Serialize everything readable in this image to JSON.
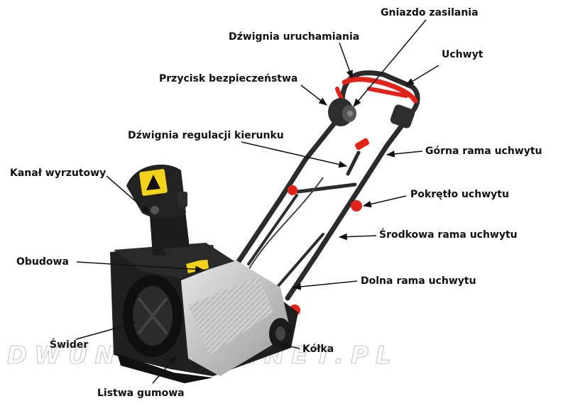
{
  "labels": {
    "gniazdo": "Gniazdo zasilania",
    "dzwignia_uruchamiania": "Dźwignia uruchamiania",
    "uchwyt": "Uchwyt",
    "przycisk": "Przycisk bezpieczeństwa",
    "dzwignia_kierunku": "Dźwignia regulacji kierunku",
    "gorna_rama": "Górna rama uchwytu",
    "kanal": "Kanał wyrzutowy",
    "pokretlo": "Pokrętło uchwytu",
    "srodkowa_rama": "Środkowa rama uchwytu",
    "obudowa": "Obudowa",
    "dolna_rama": "Dolna rama uchwytu",
    "swider": "Świder",
    "kolka": "Kółka",
    "listwa": "Listwa gumowa"
  },
  "watermark": "DWUNASTKA.NET.PL",
  "colors": {
    "handle_red": "#e2231a",
    "frame_dark": "#2b2b2b",
    "housing_grey": "#c9c9c9",
    "label_text": "#111111"
  }
}
